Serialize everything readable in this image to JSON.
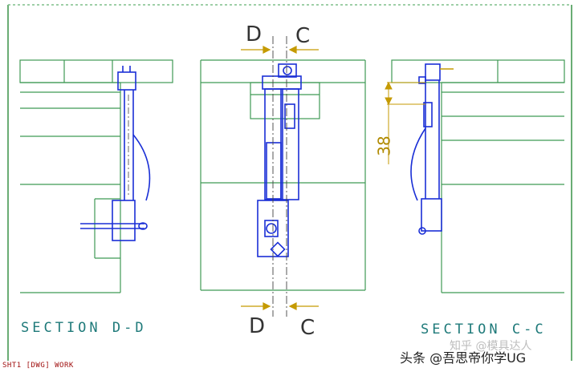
{
  "labels": {
    "d_top": "D",
    "c_top": "C",
    "d_bottom": "D",
    "c_bottom": "C",
    "section_dd": "SECTION D-D",
    "section_cc": "SECTION C-C",
    "dimension_38": "38",
    "sheet_status": "SHT1 [DWG] WORK"
  },
  "watermarks": {
    "zhihu": "知乎 @模具达人",
    "toutiao": "头条 @吾思帝你学UG"
  },
  "colors": {
    "frame": "#2a8a3a",
    "outline_green": "#3f9a55",
    "blue_part": "#1a2fd6",
    "dark_blue": "#0a1a8a",
    "centerline": "#444444",
    "dimension": "#c59a00",
    "section_label": "#1f7a7a"
  }
}
